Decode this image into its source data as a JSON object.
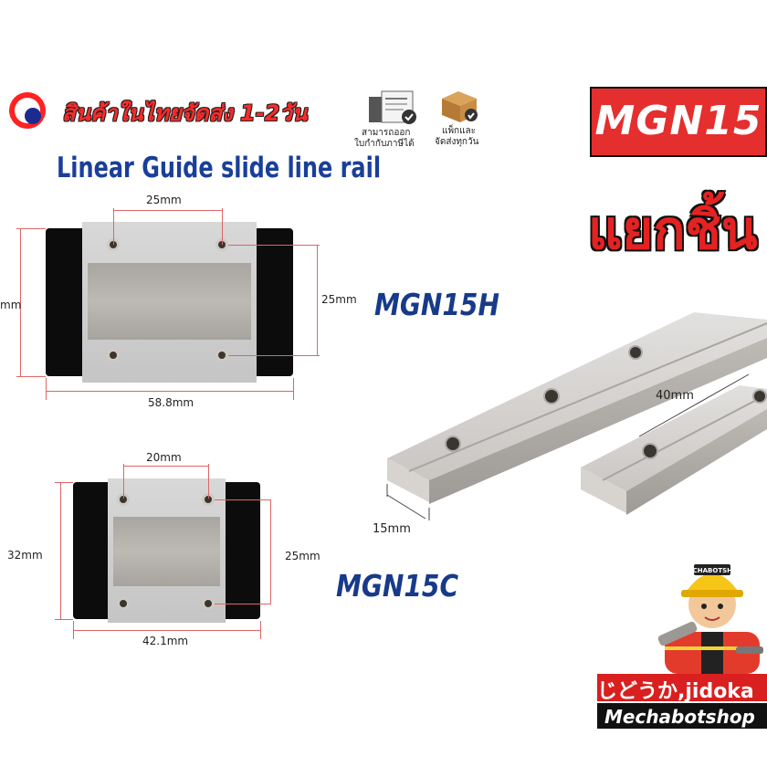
{
  "banner": {
    "title": "สินค้าในไทยจัดส่ง 1-2วัน",
    "subtitle": "Linear Guide slide line rail",
    "badge1_line1": "สามารถออก",
    "badge1_line2": "ใบกำกับภาษีได้",
    "badge2_line1": "แพ็กและ",
    "badge2_line2": "จัดส่งทุกวัน"
  },
  "model": {
    "name": "MGN15",
    "note": "แยกชิ้น"
  },
  "mgn15h": {
    "label": "MGN15H",
    "top_spacing": "25mm",
    "side_spacing": "25mm",
    "length": "58.8mm",
    "left_dim": "mm"
  },
  "mgn15c": {
    "label": "MGN15C",
    "top_spacing": "20mm",
    "side_spacing": "25mm",
    "height": "32mm",
    "length": "42.1mm"
  },
  "rail": {
    "hole_pitch": "40mm",
    "width": "15mm"
  },
  "brand": {
    "mascot_tag": "MECHABOTSHOP",
    "jidoka": "じどうか,jidoka",
    "shop": "Mechabotshop"
  },
  "icons": [
    "thailand-flag-icon",
    "invoice-icon",
    "parcel-box-icon",
    "mascot-image"
  ]
}
